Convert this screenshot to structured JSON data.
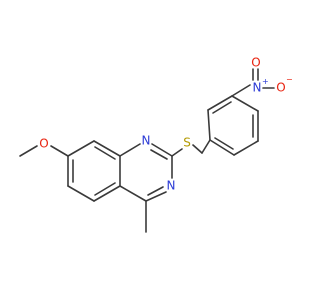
{
  "molecule": {
    "atoms": {
      "o_methoxy": "O",
      "n1": "N",
      "n3": "N",
      "s": "S",
      "n_nitro": "N",
      "o_nitro_top": "O",
      "o_nitro_right": "O"
    },
    "charges": {
      "n_nitro": "+",
      "o_nitro_right": "−"
    },
    "colors": {
      "bond": "#3a3a3a",
      "oxygen": "#e8220f",
      "nitrogen": "#2b3ad6",
      "sulfur": "#b39a00"
    }
  }
}
